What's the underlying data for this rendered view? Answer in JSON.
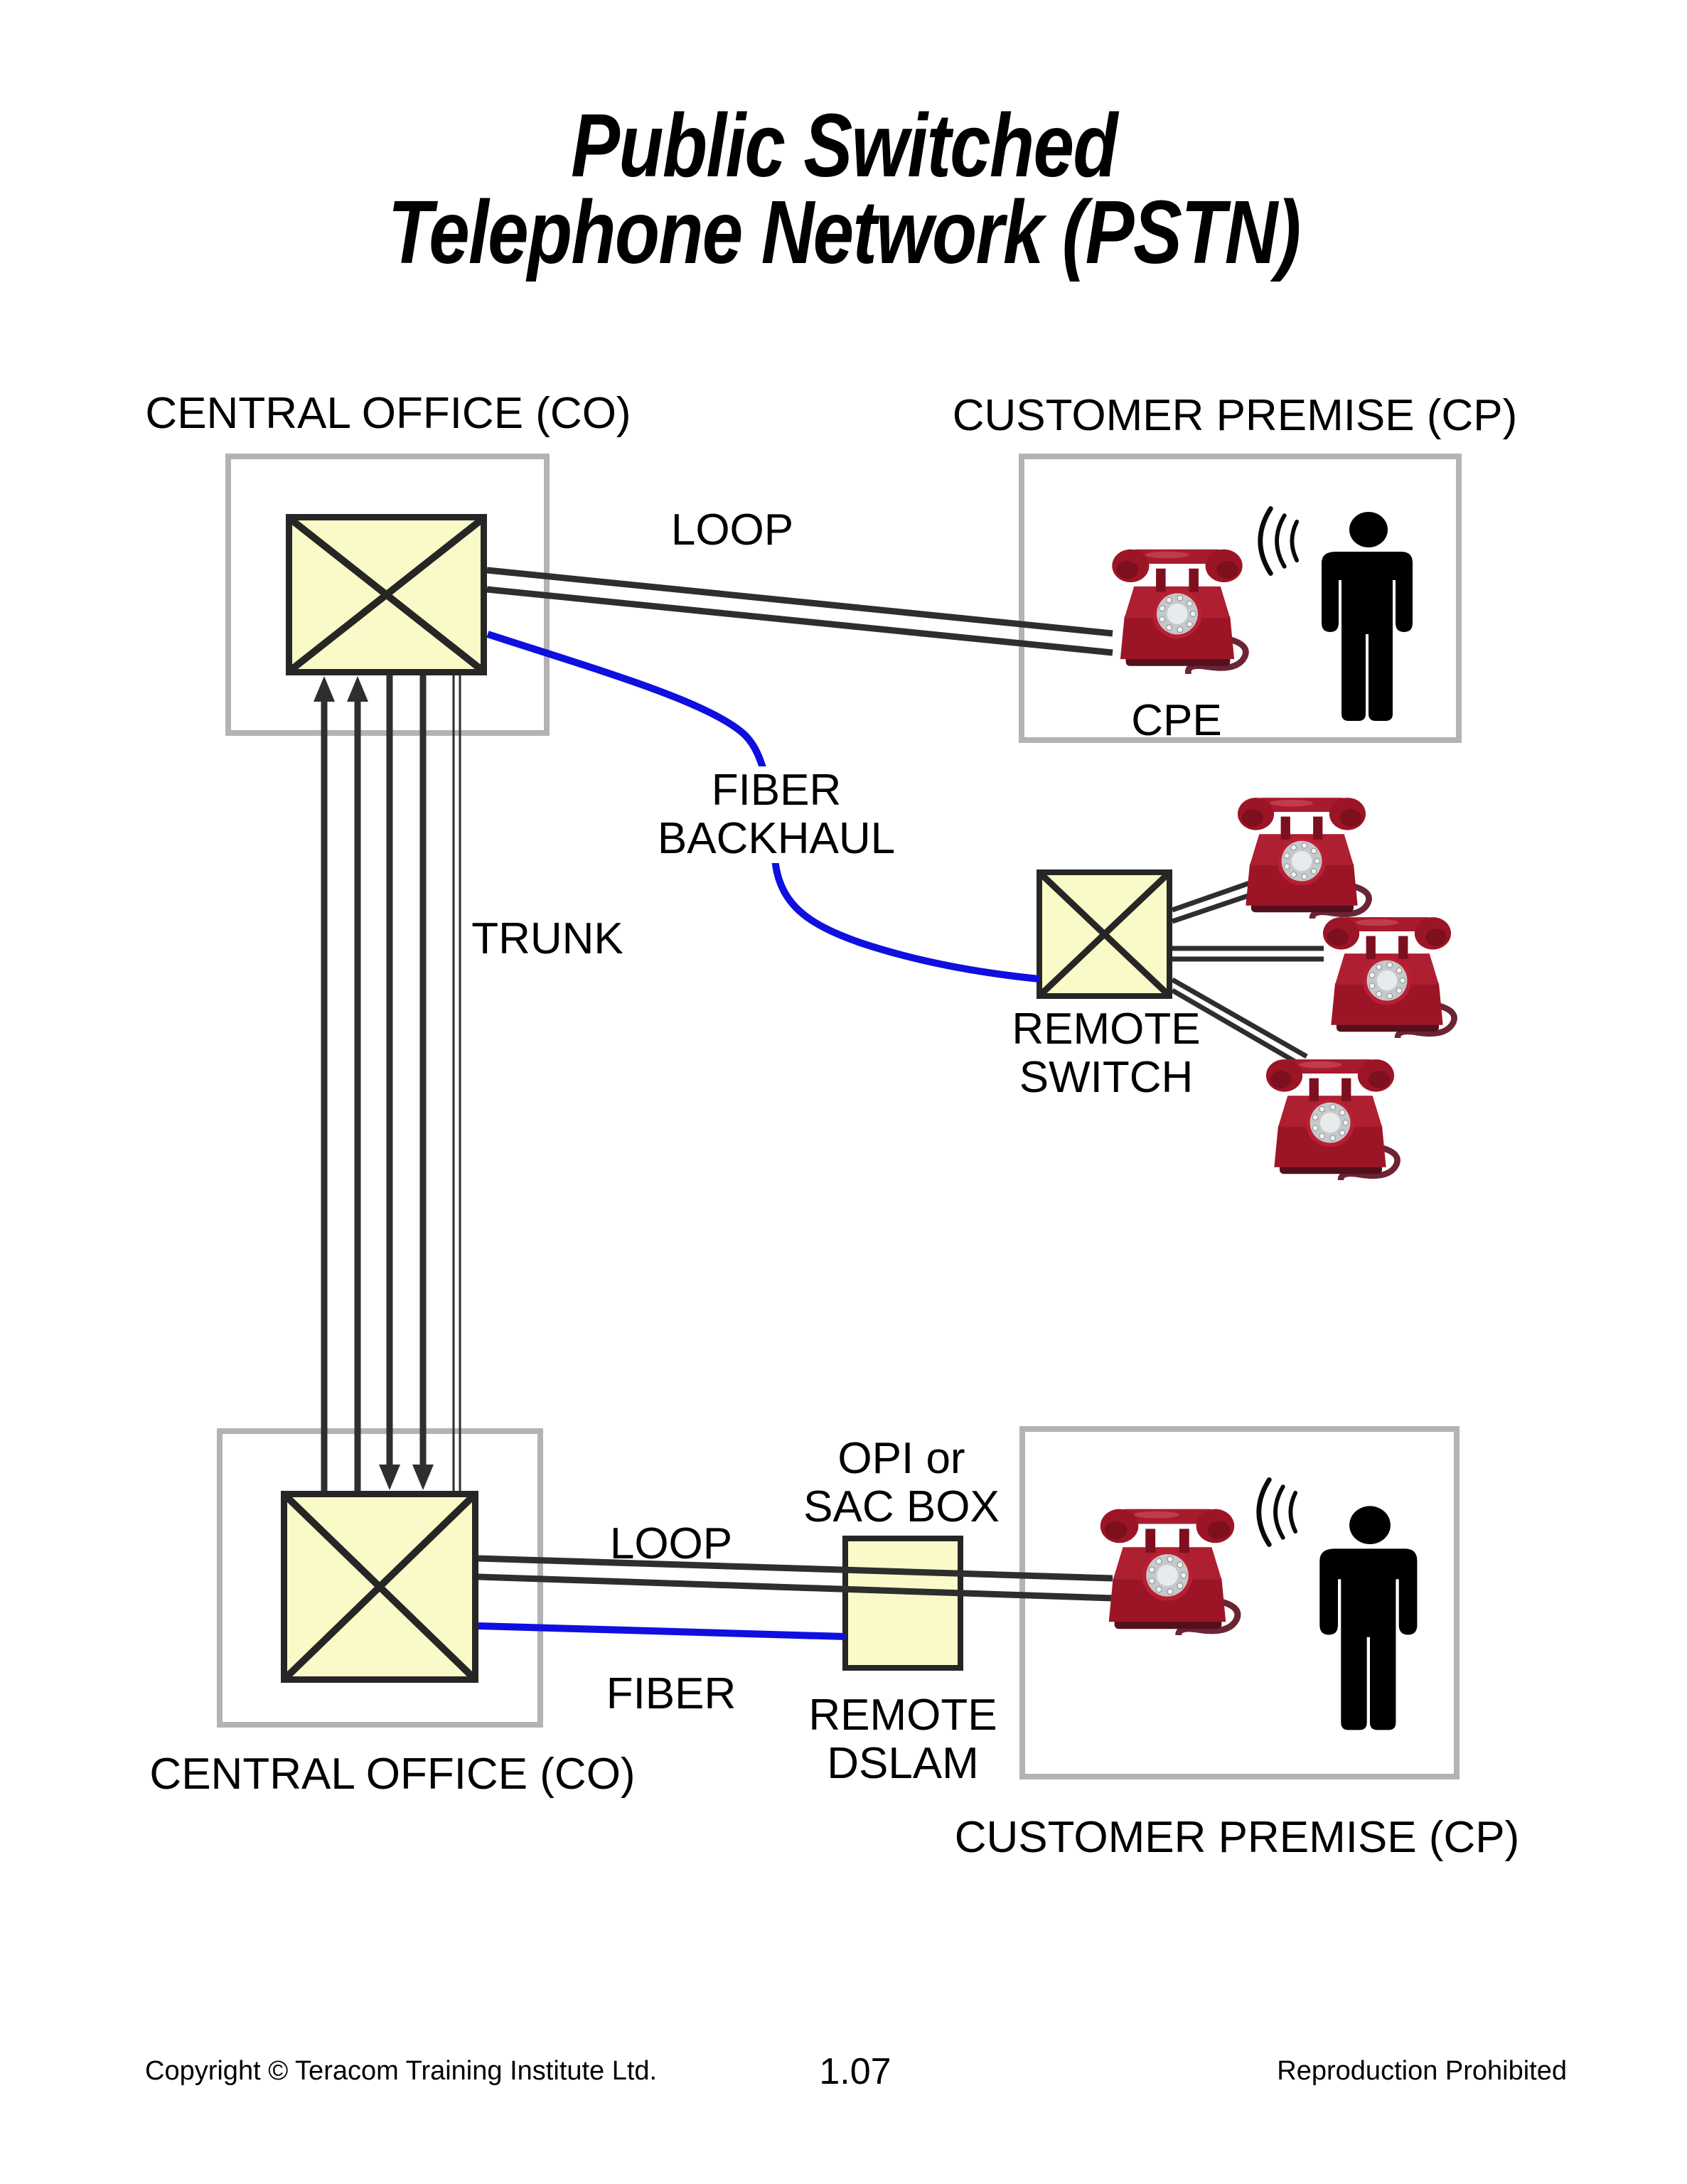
{
  "title": {
    "line1": "Public Switched",
    "line2": "Telephone Network (PSTN)"
  },
  "nodes": {
    "central_office_top": {
      "label": "CENTRAL OFFICE (CO)"
    },
    "customer_premise_top": {
      "label": "CUSTOMER PREMISE (CP)",
      "device_label": "CPE"
    },
    "remote_switch": {
      "label_line1": "REMOTE",
      "label_line2": "SWITCH"
    },
    "central_office_bottom": {
      "label": "CENTRAL OFFICE (CO)"
    },
    "opi_sac_box": {
      "label_line1": "OPI or",
      "label_line2": "SAC BOX"
    },
    "remote_dslam": {
      "label_line1": "REMOTE",
      "label_line2": "DSLAM"
    },
    "customer_premise_bottom": {
      "label": "CUSTOMER PREMISE (CP)"
    }
  },
  "links": {
    "loop_top": "LOOP",
    "fiber_backhaul_line1": "FIBER",
    "fiber_backhaul_line2": "BACKHAUL",
    "trunk": "TRUNK",
    "loop_bottom": "LOOP",
    "fiber_bottom": "FIBER"
  },
  "footer": {
    "copyright": "Copyright © Teracom Training Institute Ltd.",
    "page_number": "1.07",
    "notice": "Reproduction Prohibited"
  },
  "colors": {
    "switch_fill": "#fafac8",
    "switch_border": "#262626",
    "premise_border": "#b3b3b3",
    "copper_line": "#2e2e2e",
    "fiber_line": "#0f0fdf",
    "phone_red": "#9c1526",
    "text": "#000000"
  },
  "icons": {
    "switch": "x-box-icon",
    "junction": "plain-yellow-box-icon",
    "telephone": "rotary-phone-icon",
    "user": "person-silhouette-icon",
    "ringing": "sound-waves-icon"
  }
}
